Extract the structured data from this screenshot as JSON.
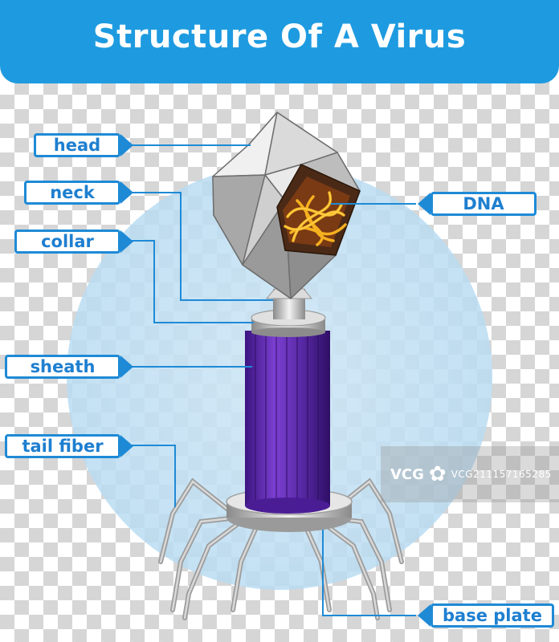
{
  "title": "Structure Of A Virus",
  "labels": {
    "head": "head",
    "neck": "neck",
    "collar": "collar",
    "sheath": "sheath",
    "tail_fiber": "tail fiber",
    "dna": "DNA",
    "base_plate": "base plate"
  },
  "watermark": {
    "logo": "VCG",
    "id": "VCG211157165285"
  },
  "colors": {
    "brand_blue": "#1e9be0",
    "label_blue": "#1e7fd0",
    "sheath_purple": "#5a2aa8",
    "capsid_gray": "#b8b8b8"
  }
}
